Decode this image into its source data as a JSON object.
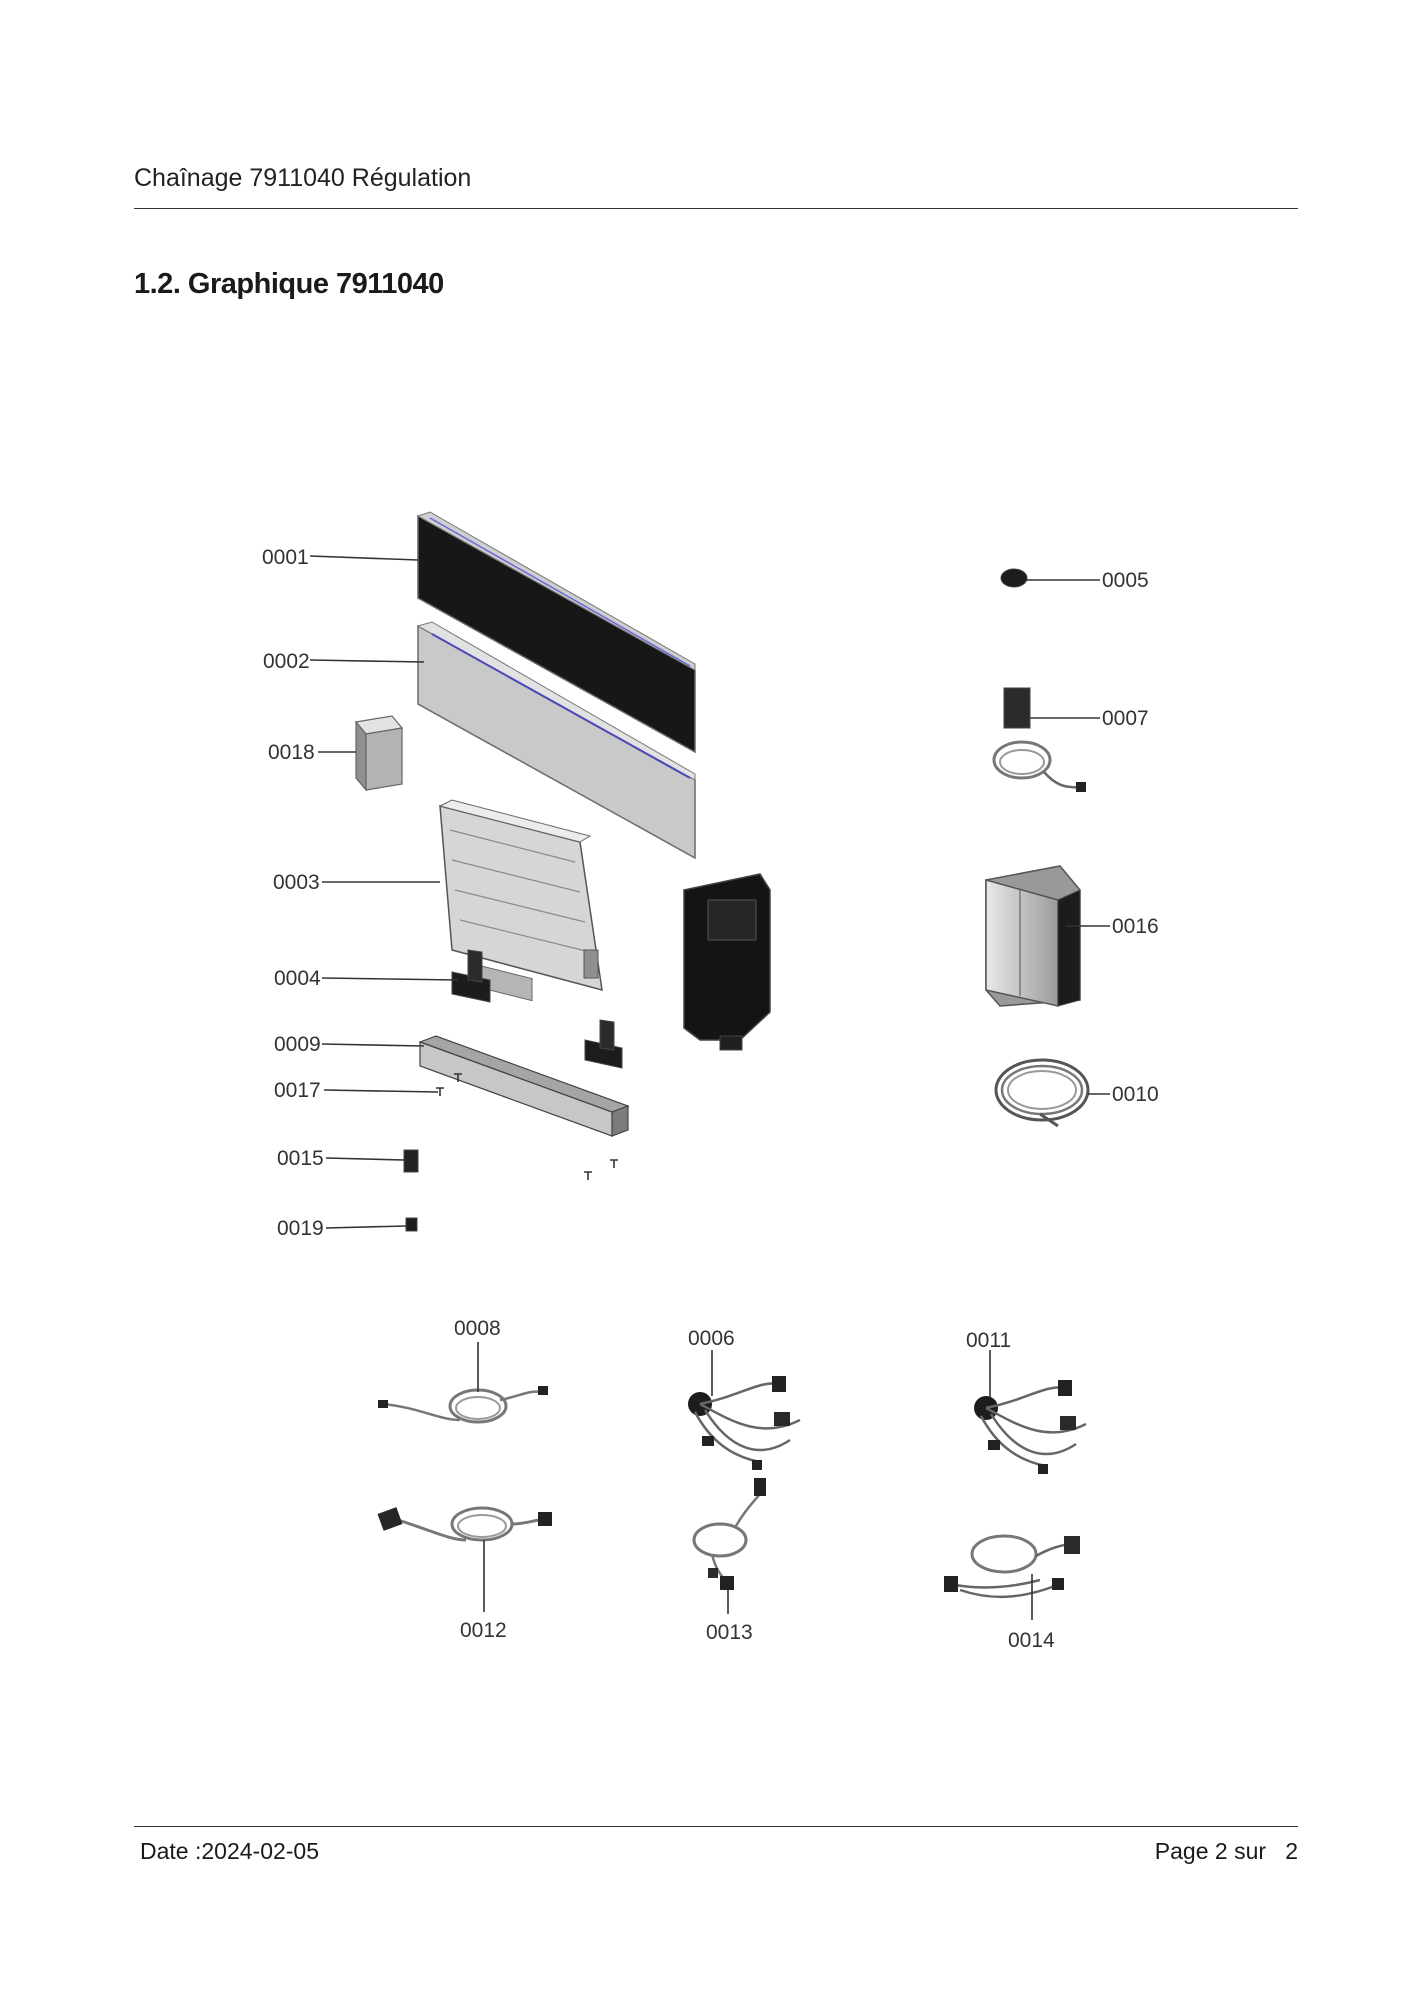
{
  "header": {
    "title": "Chaînage 7911040 Régulation"
  },
  "section": {
    "heading": "1.2. Graphique 7911040"
  },
  "parts": {
    "p0001": "0001",
    "p0002": "0002",
    "p0003": "0003",
    "p0004": "0004",
    "p0005": "0005",
    "p0006": "0006",
    "p0007": "0007",
    "p0008": "0008",
    "p0009": "0009",
    "p0010": "0010",
    "p0011": "0011",
    "p0012": "0012",
    "p0013": "0013",
    "p0014": "0014",
    "p0015": "0015",
    "p0016": "0016",
    "p0017": "0017",
    "p0018": "0018",
    "p0019": "0019"
  },
  "footer": {
    "date": "Date :2024-02-05",
    "page": "Page 2 sur   2"
  }
}
